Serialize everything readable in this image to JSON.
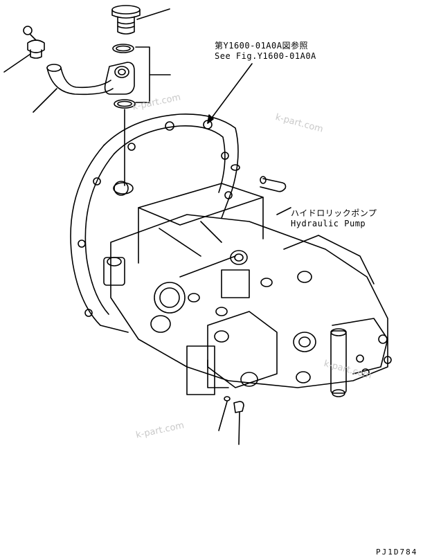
{
  "references": {
    "ref_jp": "第Y1600-01A0A図参照",
    "ref_en": "See Fig.Y1600-01A0A"
  },
  "component": {
    "name_jp": "ハイドロリックポンプ",
    "name_en": "Hydraulic Pump"
  },
  "drawing_number": "PJ1D784",
  "watermarks": [
    "k-part.com",
    "k-part.com",
    "k-part.com",
    "k-part.com"
  ],
  "colors": {
    "line": "#000000",
    "watermark": "#c9c9c9",
    "background": "#ffffff"
  }
}
